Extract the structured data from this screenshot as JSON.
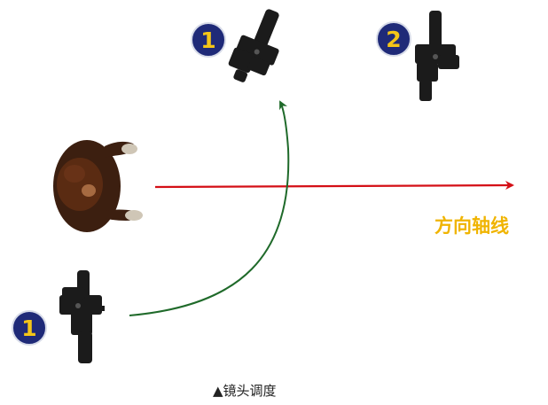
{
  "diagram": {
    "axis_label": "方向轴线",
    "caption": "▲镜头调度",
    "positions": [
      {
        "id": "bottom-left",
        "number": "1"
      },
      {
        "id": "top-middle",
        "number": "1"
      },
      {
        "id": "top-right",
        "number": "2"
      }
    ],
    "colors": {
      "badge_fill": "#1f2a78",
      "badge_text": "#f4c518",
      "axis_line": "#d40f16",
      "move_path": "#1f6a2a",
      "label": "#f0b400",
      "camera": "#1b1b1b",
      "person_hair": "#5a2b12"
    }
  }
}
